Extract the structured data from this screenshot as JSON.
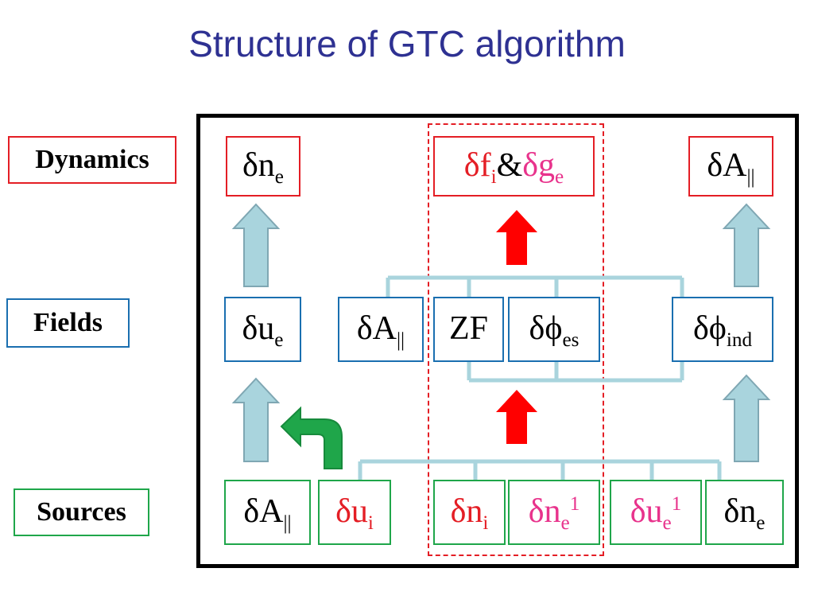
{
  "title": "Structure of GTC algorithm",
  "row_labels": {
    "dynamics": "Dynamics",
    "fields": "Fields",
    "sources": "Sources"
  },
  "symbols": {
    "delta": "δ",
    "phi": "ϕ",
    "amp": "&",
    "parallel": "||"
  },
  "dynamics": {
    "ne": {
      "base": "n",
      "sub": "e"
    },
    "fi": {
      "base": "f",
      "sub": "i"
    },
    "ge": {
      "base": "g",
      "sub": "e"
    },
    "apar": {
      "base": "A"
    }
  },
  "fields": {
    "ue": {
      "base": "u",
      "sub": "e"
    },
    "apar": {
      "base": "A"
    },
    "zf": "ZF",
    "phi_es": {
      "sub": "es"
    },
    "phi_ind": {
      "sub": "ind"
    }
  },
  "sources": {
    "apar": {
      "base": "A"
    },
    "ui": {
      "base": "u",
      "sub": "i"
    },
    "ni": {
      "base": "n",
      "sub": "i"
    },
    "ne1": {
      "base": "n",
      "sub": "e",
      "sup": "1"
    },
    "ue1": {
      "base": "u",
      "sub": "e",
      "sup": "1"
    },
    "ne": {
      "base": "n",
      "sub": "e"
    }
  },
  "colors": {
    "title": "#2E3192",
    "red": "#E41E25",
    "pink": "#E8338C",
    "blue": "#1A6FB0",
    "green": "#1FA64A",
    "connector": "#A9D4DD",
    "arrow_fill": "#A9D4DD",
    "curved_arrow": "#1FA64A"
  },
  "icons": [
    "up-arrow-light-blue",
    "up-arrow-red",
    "curved-arrow-green"
  ]
}
